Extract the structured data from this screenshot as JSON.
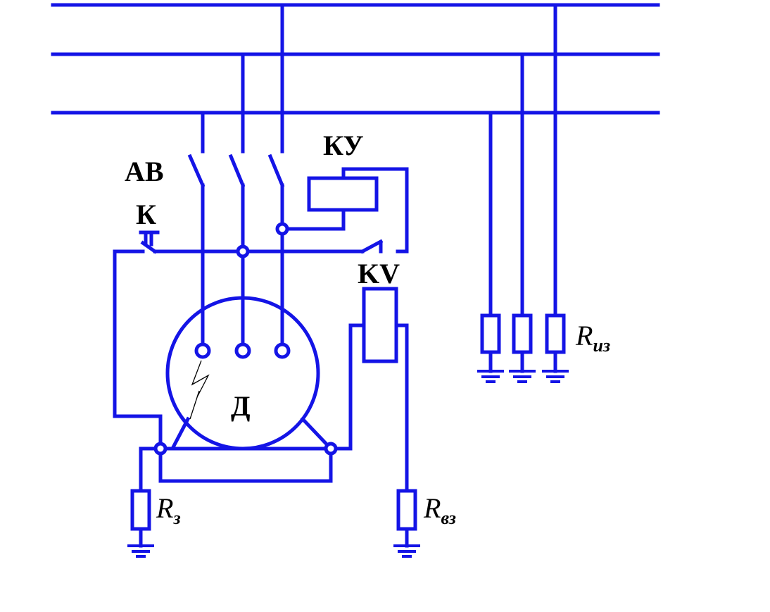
{
  "colors": {
    "wire": "#1414e6",
    "label": "#000000",
    "background": "#ffffff"
  },
  "labels": {
    "breaker": "АВ",
    "button": "К",
    "control_device": "КУ",
    "voltage_relay": "KV",
    "motor": "Д",
    "ground_resistor": {
      "symbol": "R",
      "subscript": "з"
    },
    "aux_ground_resistor": {
      "symbol": "R",
      "subscript": "вз"
    },
    "insulation_resistor": {
      "symbol": "R",
      "subscript": "из"
    }
  },
  "icons": {
    "fault": "lightning-bolt-icon",
    "ground": "ground-symbol-icon"
  }
}
